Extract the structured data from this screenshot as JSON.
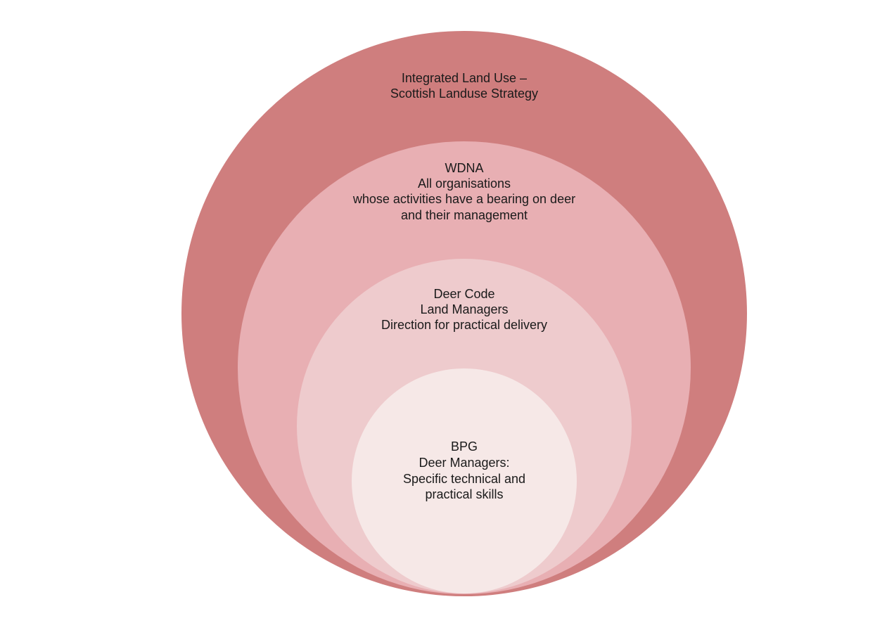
{
  "diagram": {
    "type": "nested-circles",
    "levels": [
      {
        "id": "integrated-land-use",
        "lines": [
          "Integrated Land Use –",
          "Scottish Landuse Strategy"
        ],
        "color": "#cf7e7e"
      },
      {
        "id": "wdna",
        "lines": [
          "WDNA",
          "All organisations",
          "whose activities have a bearing on deer",
          "and their management"
        ],
        "color": "#e8afb3"
      },
      {
        "id": "deer-code",
        "lines": [
          "Deer Code",
          "Land Managers",
          "Direction for practical delivery"
        ],
        "color": "#eecbcd"
      },
      {
        "id": "bpg",
        "lines": [
          "BPG",
          "Deer Managers:",
          "Specific technical and",
          "practical skills"
        ],
        "color": "#f6e8e7"
      }
    ]
  }
}
